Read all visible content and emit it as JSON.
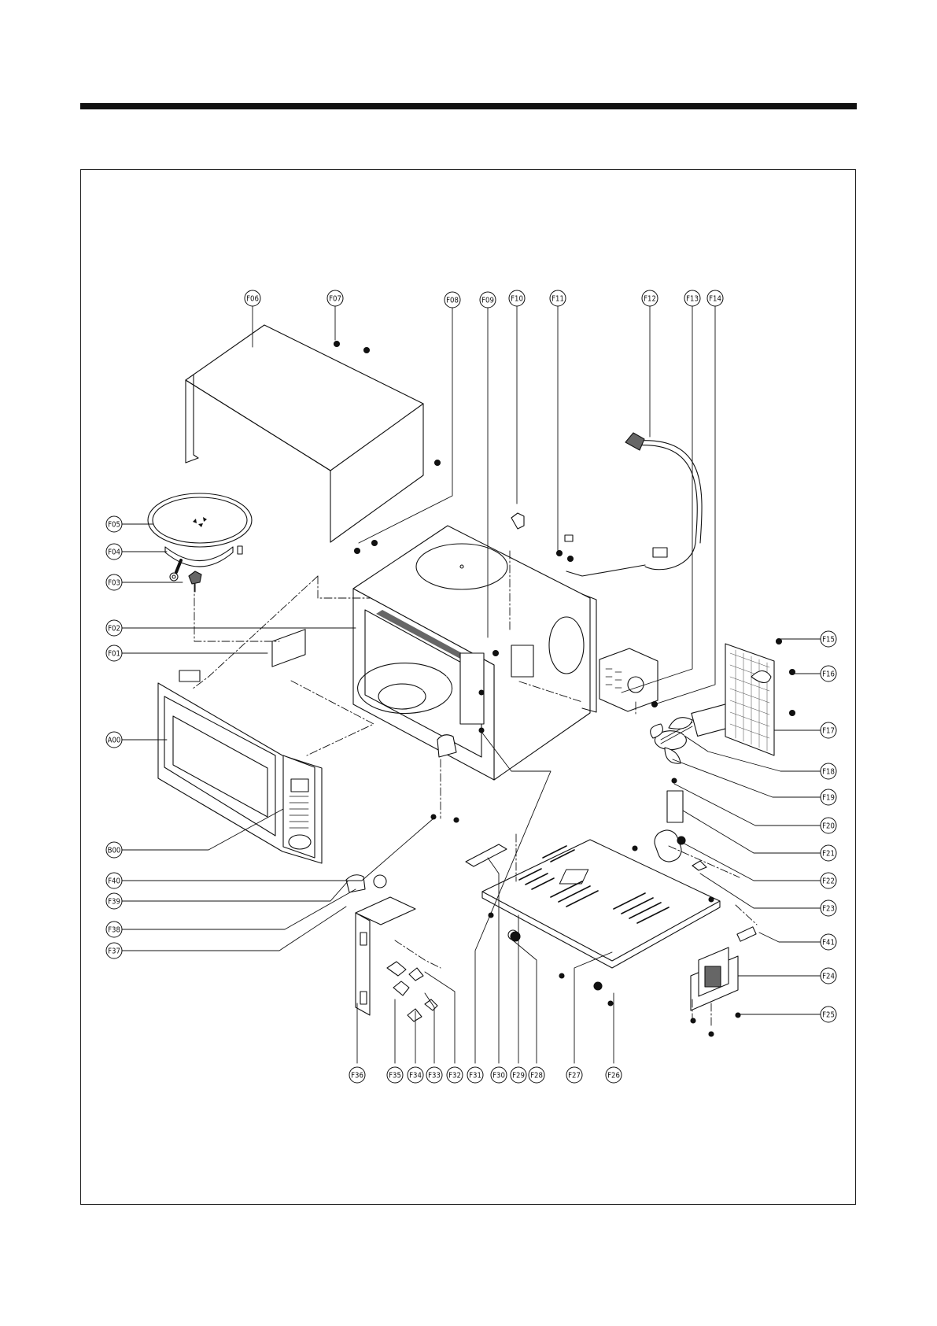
{
  "document": {
    "type": "exploded-view parts diagram"
  },
  "callouts": [
    {
      "id": "F06",
      "label": "F06"
    },
    {
      "id": "F07",
      "label": "F07"
    },
    {
      "id": "F08",
      "label": "F08"
    },
    {
      "id": "F09",
      "label": "F09"
    },
    {
      "id": "F10",
      "label": "F10"
    },
    {
      "id": "F11",
      "label": "F11"
    },
    {
      "id": "F12",
      "label": "F12"
    },
    {
      "id": "F13",
      "label": "F13"
    },
    {
      "id": "F14",
      "label": "F14"
    },
    {
      "id": "F05",
      "label": "F05"
    },
    {
      "id": "F04",
      "label": "F04"
    },
    {
      "id": "F03",
      "label": "F03"
    },
    {
      "id": "F02",
      "label": "F02"
    },
    {
      "id": "F01",
      "label": "F01"
    },
    {
      "id": "A00",
      "label": "A00"
    },
    {
      "id": "B00",
      "label": "B00"
    },
    {
      "id": "F40",
      "label": "F40"
    },
    {
      "id": "F39",
      "label": "F39"
    },
    {
      "id": "F38",
      "label": "F38"
    },
    {
      "id": "F37",
      "label": "F37"
    },
    {
      "id": "F15",
      "label": "F15"
    },
    {
      "id": "F16",
      "label": "F16"
    },
    {
      "id": "F17",
      "label": "F17"
    },
    {
      "id": "F18",
      "label": "F18"
    },
    {
      "id": "F19",
      "label": "F19"
    },
    {
      "id": "F20",
      "label": "F20"
    },
    {
      "id": "F21",
      "label": "F21"
    },
    {
      "id": "F22",
      "label": "F22"
    },
    {
      "id": "F23",
      "label": "F23"
    },
    {
      "id": "F41",
      "label": "F41"
    },
    {
      "id": "F24",
      "label": "F24"
    },
    {
      "id": "F25",
      "label": "F25"
    },
    {
      "id": "F36",
      "label": "F36"
    },
    {
      "id": "F35",
      "label": "F35"
    },
    {
      "id": "F34",
      "label": "F34"
    },
    {
      "id": "F33",
      "label": "F33"
    },
    {
      "id": "F32",
      "label": "F32"
    },
    {
      "id": "F31",
      "label": "F31"
    },
    {
      "id": "F30",
      "label": "F30"
    },
    {
      "id": "F29",
      "label": "F29"
    },
    {
      "id": "F28",
      "label": "F28"
    },
    {
      "id": "F27",
      "label": "F27"
    },
    {
      "id": "F26",
      "label": "F26"
    }
  ]
}
